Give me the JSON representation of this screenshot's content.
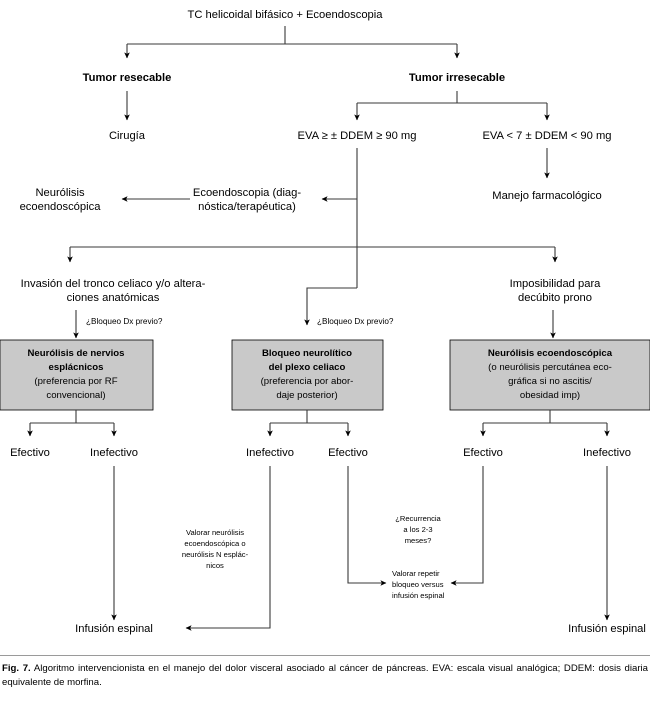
{
  "figure": {
    "label": "Fig. 7.",
    "caption": "Algoritmo intervencionista en el manejo del dolor visceral asociado al cáncer de páncreas. EVA: escala visual analógica; DDEM: dosis diaria equivalente de morfina."
  },
  "colors": {
    "box_fill": "#c9c9c9",
    "box_stroke": "#000000",
    "line": "#3a3a3a",
    "text": "#000000",
    "background": "#ffffff"
  },
  "nodes": {
    "root": "TC helicoidal bifásico + Ecoendoscopia",
    "tumor_resecable": "Tumor resecable",
    "tumor_irresecable": "Tumor irresecable",
    "cirugia": "Cirugía",
    "eva_alto": "EVA ≥ ± DDEM ≥ 90 mg",
    "eva_bajo": "EVA < 7 ± DDEM < 90 mg",
    "manejo_farmacologico": "Manejo farmacológico",
    "ecoendoscopia_line1": "Ecoendoscopia (diag-",
    "ecoendoscopia_line2": "nóstica/terapéutica)",
    "neurolisis_eco_line1": "Neurólisis",
    "neurolisis_eco_line2": "ecoendoscópica",
    "invasion_line1": "Invasión del tronco celiaco y/o altera-",
    "invasion_line2": "ciones anatómicas",
    "imposibilidad_line1": "Imposibilidad para",
    "imposibilidad_line2": "decúbito prono"
  },
  "edge_labels": {
    "bloqueo_dx_previo_left": "¿Bloqueo Dx previo?",
    "bloqueo_dx_previo_mid": "¿Bloqueo Dx previo?"
  },
  "treatment_boxes": [
    {
      "id": "neurolisis-nervios-esplacnicos",
      "lines": [
        {
          "text": "Neurólisis de nervios",
          "bold": true
        },
        {
          "text": "esplácnicos",
          "bold": true
        },
        {
          "text": "(preferencia por RF",
          "bold": false
        },
        {
          "text": "convencional)",
          "bold": false
        }
      ],
      "outcomes": [
        "Efectivo",
        "Inefectivo"
      ]
    },
    {
      "id": "bloqueo-neurolitico-plexo-celiaco",
      "lines": [
        {
          "text": "Bloqueo neurolítico",
          "bold": true
        },
        {
          "text": "del plexo celiaco",
          "bold": true
        },
        {
          "text": "(preferencia por abor-",
          "bold": false
        },
        {
          "text": "daje posterior)",
          "bold": false
        }
      ],
      "outcomes": [
        "Inefectivo",
        "Efectivo"
      ]
    },
    {
      "id": "neurolisis-ecoendoscopica",
      "lines": [
        {
          "text": "Neurólisis ecoendoscópica",
          "bold": true
        },
        {
          "text": "(o neurólisis percutánea eco-",
          "bold": false
        },
        {
          "text": "gráfica si no ascitis/",
          "bold": false
        },
        {
          "text": "obesidad imp)",
          "bold": false
        }
      ],
      "outcomes": [
        "Efectivo",
        "Inefectivo"
      ]
    }
  ],
  "annotations": {
    "valorar_neurolisis": [
      "Valorar neurólisis",
      "ecoendoscópica o",
      "neurólisis N esplác-",
      "nicos"
    ],
    "recurrencia": [
      "¿Recurrencia",
      "a los 2-3",
      "meses?"
    ],
    "valorar_repetir": {
      "line1": "Valorar repetir",
      "line2_pre": "bloqueo ",
      "line2_italic": "versus",
      "line3": "infusión espinal"
    }
  },
  "endpoints": {
    "infusion_espinal_left": "Infusión espinal",
    "infusion_espinal_right": "Infusión espinal"
  }
}
